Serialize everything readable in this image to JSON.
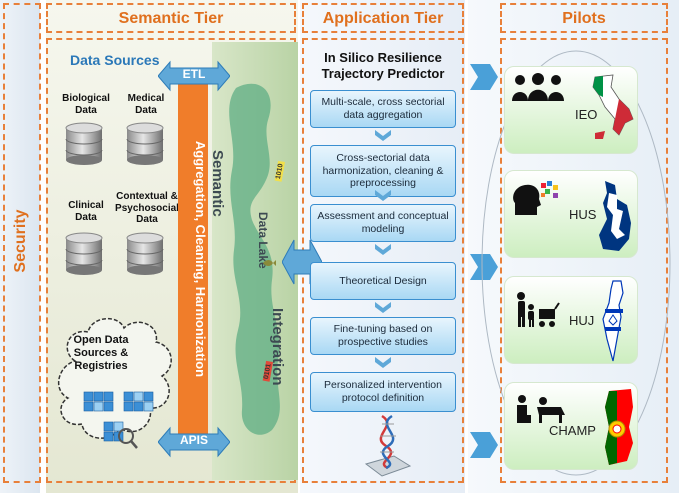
{
  "security": {
    "label": "Security"
  },
  "semantic_tier": {
    "title": "Semantic Tier",
    "data_sources_title": "Data Sources",
    "sources": [
      {
        "label": "Biological\nData"
      },
      {
        "label": "Medical\nData"
      },
      {
        "label": "Clinical\nData"
      },
      {
        "label": "Contextual &\nPsychosocial\nData"
      }
    ],
    "cloud_label": "Open Data\nSources &\nRegistries",
    "etl_label": "ETL",
    "apis_label": "APIS",
    "vertical_bar_label": "Aggregation, Cleaning, Harmonization",
    "lake_words": [
      "Semantic",
      "Data Lake",
      "Integration"
    ],
    "tag_top": "1010",
    "tag_bottom": "0101"
  },
  "application_tier": {
    "title": "Application Tier",
    "predictor_title": "In Silico Resilience\nTrajectory Predictor",
    "steps": [
      "Multi-scale, cross sectorial data aggregation",
      "Cross-sectorial data harmonization, cleaning & preprocessing",
      "Assessment and conceptual modeling",
      "Theoretical Design",
      "Fine-tuning based on prospective studies",
      "Personalized intervention protocol definition"
    ]
  },
  "pilots": {
    "title": "Pilots",
    "items": [
      {
        "label": "IEO",
        "flag_colors": [
          "#009246",
          "#ffffff",
          "#ce2b37"
        ]
      },
      {
        "label": "HUS",
        "flag_colors": [
          "#ffffff",
          "#003580"
        ]
      },
      {
        "label": "HUJ",
        "flag_colors": [
          "#ffffff",
          "#0038b8"
        ]
      },
      {
        "label": "CHAMP",
        "flag_colors": [
          "#006600",
          "#ff0000",
          "#ffcc00"
        ]
      }
    ]
  },
  "colors": {
    "accent_orange": "#e8803a",
    "orange_bar": "#f07d2a",
    "step_border": "#3a8fd0",
    "blue_arrow": "#5fa8d8",
    "lake_green": "#7fb98e"
  }
}
